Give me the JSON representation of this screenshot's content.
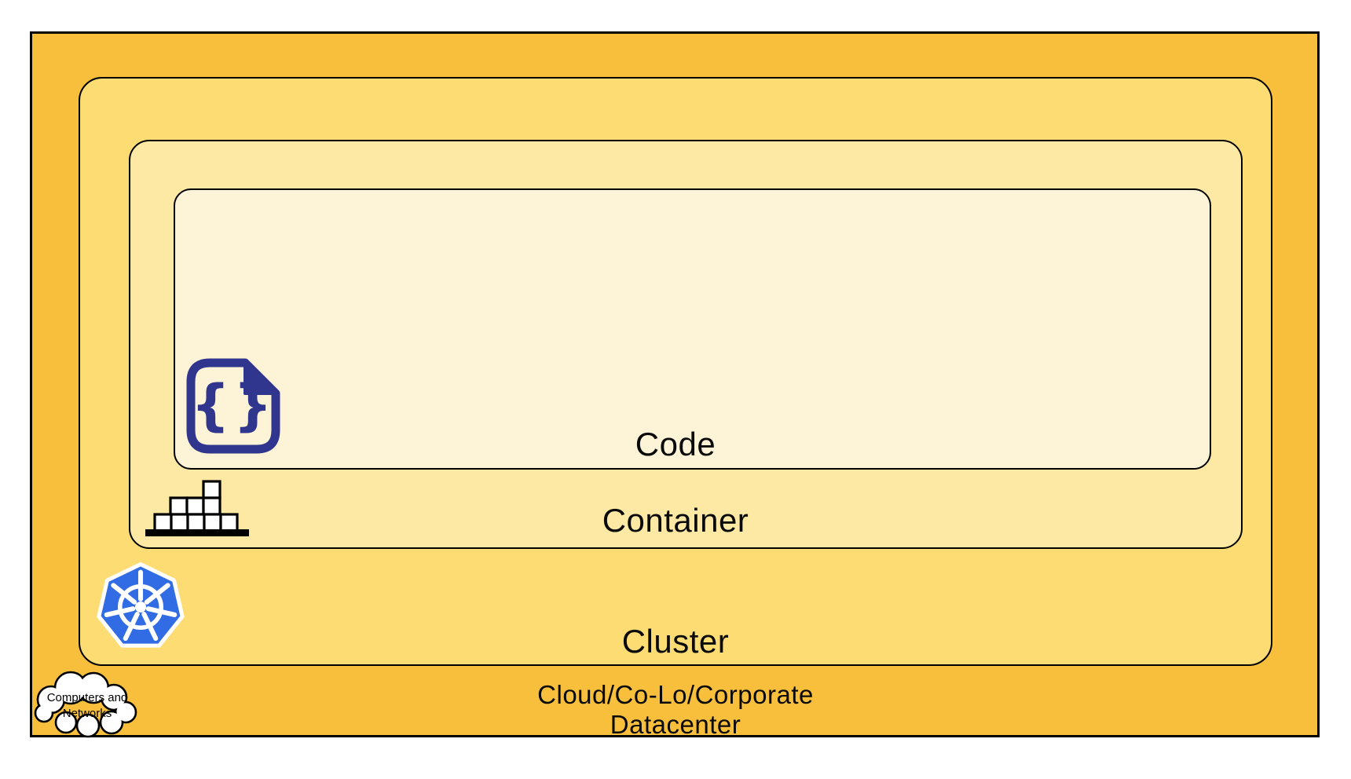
{
  "diagram": {
    "description_visible_text_only": true,
    "layers": [
      {
        "id": "datacenter",
        "label_line1": "Cloud/Co-Lo/Corporate",
        "label_line2": "Datacenter",
        "fill": "#F7BF3C",
        "icon": "cloud-callout"
      },
      {
        "id": "cluster",
        "label": "Cluster",
        "fill": "#FCDC73",
        "icon": "kubernetes-icon"
      },
      {
        "id": "container",
        "label": "Container",
        "fill": "#FDE9A4",
        "icon": "container-stack-icon"
      },
      {
        "id": "code",
        "label": "Code",
        "fill": "#FDF4D7",
        "icon": "code-file-icon"
      }
    ],
    "cloud_callout": {
      "line1": "Computers and",
      "line2": "Networks"
    },
    "colors": {
      "outer_orange": "#F7BF3C",
      "cluster_yellow": "#FCDC73",
      "container_yellow": "#FDE9A4",
      "code_cream": "#FDF4D7",
      "border_black": "#000000",
      "kubernetes_blue": "#326CE5",
      "code_icon_indigo": "#30368E",
      "icon_white": "#FFFFFF"
    }
  }
}
